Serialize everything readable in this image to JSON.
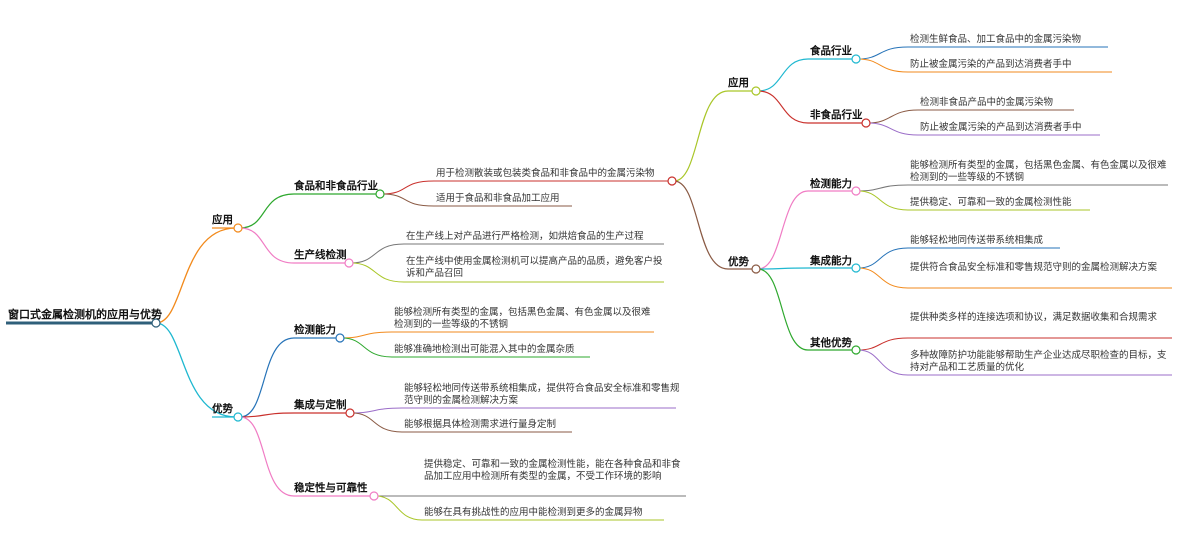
{
  "root": "窗口式金属检测机的应用与优势",
  "colors": {
    "root": "#2f5f7a",
    "orange": "#f28a1c",
    "cyan": "#1fb8d0",
    "green": "#2ea82e",
    "red": "#c9302c",
    "pink": "#f07cc4",
    "blue": "#2673b8",
    "purple": "#9b6dc8",
    "lime": "#a9c628",
    "brown": "#8a5a44",
    "gray": "#777777"
  },
  "left": {
    "application": {
      "label": "应用",
      "food_industry": {
        "label": "食品和非食品行业",
        "items": [
          "用于检测散装或包装类食品和非食品中的金属污染物",
          "适用于食品和非食品加工应用"
        ]
      },
      "production_line": {
        "label": "生产线检测",
        "items": [
          "在生产线上对产品进行严格检测，如烘焙食品的生产过程",
          "在生产线中使用金属检测机可以提高产品的品质，避免客户投诉和产品召回"
        ]
      }
    },
    "advantages": {
      "label": "优势",
      "detection": {
        "label": "检测能力",
        "items": [
          "能够检测所有类型的金属，包括黑色金属、有色金属以及很难检测到的一些等级的不锈钢",
          "能够准确地检测出可能混入其中的金属杂质"
        ]
      },
      "integration": {
        "label": "集成与定制",
        "items": [
          "能够轻松地同传送带系统相集成，提供符合食品安全标准和零售规范守则的金属检测解决方案",
          "能够根据具体检测需求进行量身定制"
        ]
      },
      "stability": {
        "label": "稳定性与可靠性",
        "items": [
          "提供稳定、可靠和一致的金属检测性能，能在各种食品和非食品加工应用中检测所有类型的金属，不受工作环境的影响",
          "能够在具有挑战性的应用中能检测到更多的金属异物"
        ]
      }
    }
  },
  "right": {
    "application": {
      "label": "应用",
      "food": {
        "label": "食品行业",
        "items": [
          "检测生鲜食品、加工食品中的金属污染物",
          "防止被金属污染的产品到达消费者手中"
        ]
      },
      "non_food": {
        "label": "非食品行业",
        "items": [
          "检测非食品产品中的金属污染物",
          "防止被金属污染的产品到达消费者手中"
        ]
      }
    },
    "advantages": {
      "label": "优势",
      "detection": {
        "label": "检测能力",
        "items": [
          "能够检测所有类型的金属，包括黑色金属、有色金属以及很难检测到的一些等级的不锈钢",
          "提供稳定、可靠和一致的金属检测性能"
        ]
      },
      "integration": {
        "label": "集成能力",
        "items": [
          "能够轻松地同传送带系统相集成",
          "提供符合食品安全标准和零售规范守则的金属检测解决方案"
        ]
      },
      "other": {
        "label": "其他优势",
        "items": [
          "提供种类多样的连接选项和协议，满足数据收集和合规需求",
          "多种故障防护功能能够帮助生产企业达成尽职检查的目标，支持对产品和工艺质量的优化"
        ]
      }
    }
  }
}
